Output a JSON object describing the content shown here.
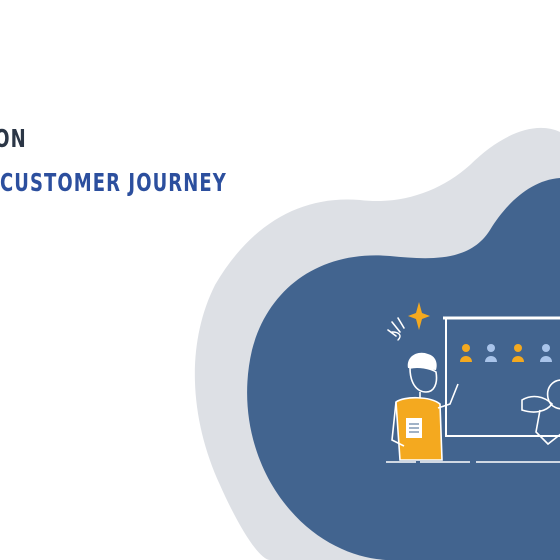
{
  "headline": {
    "line_1": "ON",
    "line_2": "CUSTOMER JOURNEY"
  },
  "illustration": {
    "subject": "team meeting at whiteboard",
    "icons": [
      "sparkle-icon",
      "person-icon",
      "person-icon",
      "person-icon",
      "person-icon"
    ]
  },
  "colors": {
    "background": "#ffffff",
    "outer_blob": "#dde0e5",
    "inner_blob": "#42648f",
    "headline_dark": "#2b3646",
    "headline_accent": "#2c4f9e",
    "accent_orange": "#f4a91f",
    "person_blue": "#a9c4ea",
    "line_white": "#ffffff"
  }
}
